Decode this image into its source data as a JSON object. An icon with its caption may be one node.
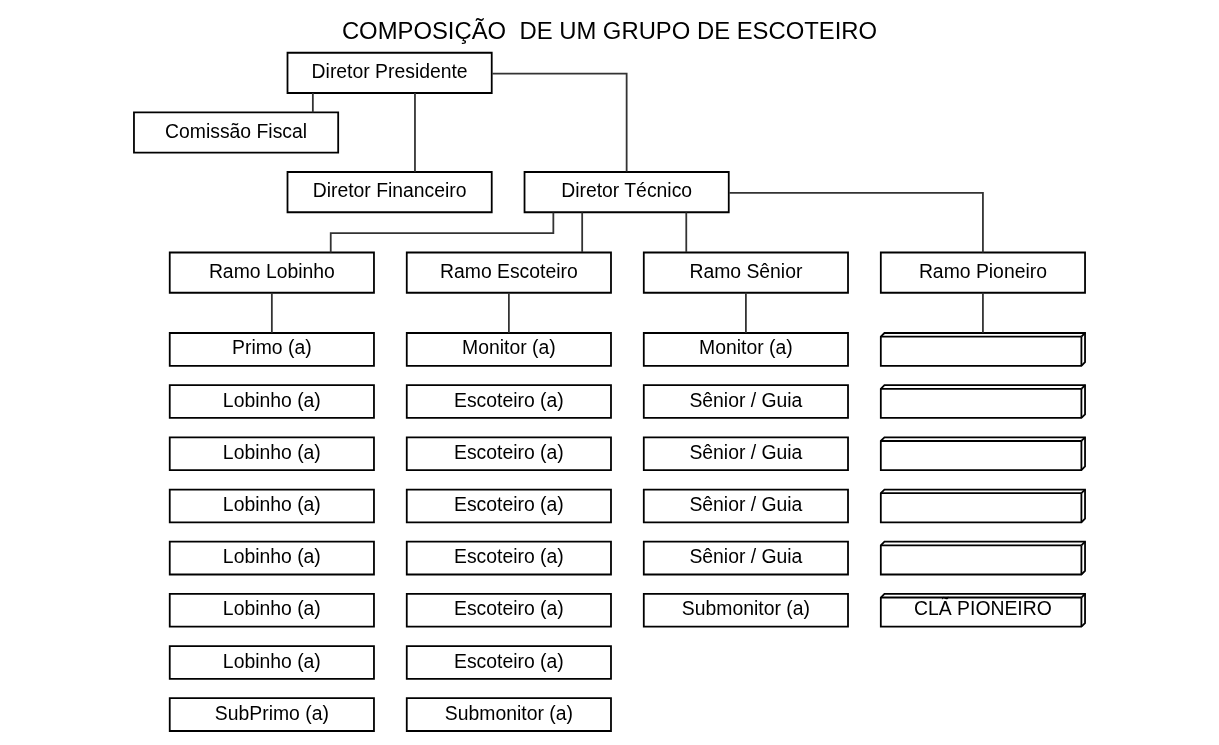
{
  "diagram": {
    "title": "COMPOSIÇÃO  DE UM GRUPO DE ESCOTEIRO",
    "nodes": [
      {
        "text": [
          "Diretor Presidente"
        ]
      },
      {
        "text": [
          "Comissão Fiscal"
        ]
      },
      {
        "text": [
          "Diretor Financeiro"
        ]
      },
      {
        "text": [
          "Diretor Técnico"
        ]
      },
      {
        "text": [
          "Ramo Lobinho"
        ]
      },
      {
        "text": [
          "Ramo Escoteiro"
        ]
      },
      {
        "text": [
          "Ramo Sênior"
        ]
      },
      {
        "text": [
          "Ramo Pioneiro"
        ]
      },
      {
        "text": [
          "Primo (a)"
        ]
      },
      {
        "text": [
          "Lobinho (a)"
        ]
      },
      {
        "text": [
          "Lobinho (a)"
        ]
      },
      {
        "text": [
          "Lobinho (a)"
        ]
      },
      {
        "text": [
          "Lobinho (a)"
        ]
      },
      {
        "text": [
          "Lobinho (a)"
        ]
      },
      {
        "text": [
          "Lobinho (a)"
        ]
      },
      {
        "text": [
          "SubPrimo (a)"
        ]
      },
      {
        "text": [
          "Monitor (a)"
        ]
      },
      {
        "text": [
          "Escoteiro (a)"
        ]
      },
      {
        "text": [
          "Escoteiro (a)"
        ]
      },
      {
        "text": [
          "Escoteiro (a)"
        ]
      },
      {
        "text": [
          "Escoteiro (a)"
        ]
      },
      {
        "text": [
          "Escoteiro (a)"
        ]
      },
      {
        "text": [
          "Escoteiro (a)"
        ]
      },
      {
        "text": [
          "Submonitor (a)"
        ]
      },
      {
        "text": [
          "Monitor (a)"
        ]
      },
      {
        "text": [
          "Sênior / Guia"
        ]
      },
      {
        "text": [
          "Sênior / Guia"
        ]
      },
      {
        "text": [
          "Sênior / Guia"
        ]
      },
      {
        "text": [
          "Sênior / Guia"
        ]
      },
      {
        "text": [
          "Submonitor (a)"
        ]
      },
      {
        "text": [],
        "shape": "box"
      },
      {
        "text": [],
        "shape": "box"
      },
      {
        "text": [],
        "shape": "box"
      },
      {
        "text": [],
        "shape": "box"
      },
      {
        "text": [],
        "shape": "box"
      },
      {
        "text": [
          "CLÃ PIONEIRO"
        ]
      }
    ],
    "edges": [
      {
        "from": 0,
        "to": 1,
        "arrow": "none"
      },
      {
        "from": 0,
        "to": 2,
        "arrow": "none"
      },
      {
        "from": 0,
        "to": 3,
        "arrow": "none"
      },
      {
        "from": 3,
        "to": 4,
        "arrow": "none"
      },
      {
        "from": 3,
        "to": 5,
        "arrow": "none"
      },
      {
        "from": 3,
        "to": 6,
        "arrow": "none"
      },
      {
        "from": 3,
        "to": 7,
        "arrow": "none"
      },
      {
        "from": 4,
        "to": 8,
        "arrow": "none"
      },
      {
        "from": 5,
        "to": 16,
        "arrow": "none"
      },
      {
        "from": 6,
        "to": 24,
        "arrow": "none"
      },
      {
        "from": 7,
        "to": 30,
        "arrow": "none"
      }
    ]
  }
}
